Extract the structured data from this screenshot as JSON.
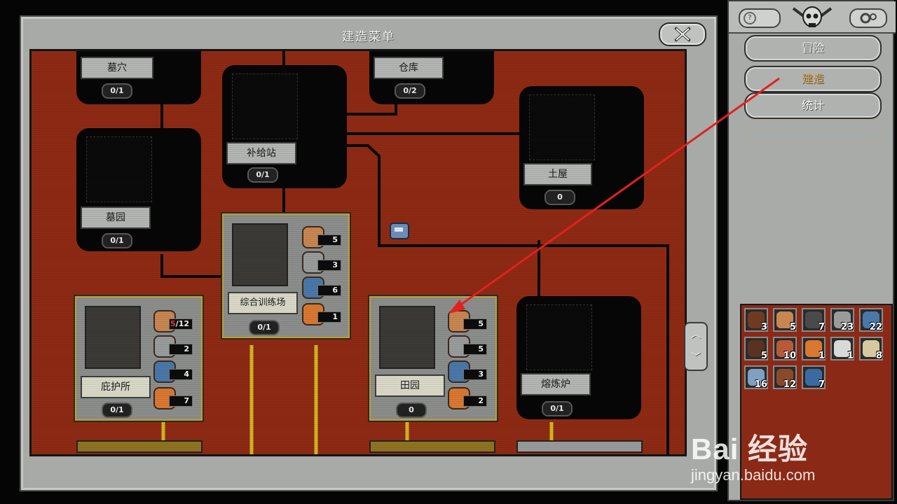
{
  "window": {
    "title": "建造菜单",
    "close_icon": "close-x-icon"
  },
  "buildings": {
    "tomb": {
      "name": "墓穴",
      "count": "0/1"
    },
    "warehouse": {
      "name": "仓库",
      "count": "0/2"
    },
    "supply": {
      "name": "补给站",
      "count": "0/1"
    },
    "hut": {
      "name": "土屋",
      "count": "0"
    },
    "cemetery": {
      "name": "墓园",
      "count": "0/1"
    },
    "training": {
      "name": "综合训练场",
      "count": "0/1",
      "costs": [
        {
          "icon": "wood-icon",
          "value": "5"
        },
        {
          "icon": "stone-icon",
          "value": "3"
        },
        {
          "icon": "orb-icon",
          "value": "6"
        },
        {
          "icon": "food-icon",
          "value": "1"
        }
      ]
    },
    "shelter": {
      "name": "庇护所",
      "count": "0/1",
      "costs": [
        {
          "icon": "wood-icon",
          "have": "5",
          "need": "/12"
        },
        {
          "icon": "stone-icon",
          "value": "2"
        },
        {
          "icon": "orb-icon",
          "value": "4"
        },
        {
          "icon": "food-icon",
          "value": "7"
        }
      ]
    },
    "field": {
      "name": "田园",
      "count": "0",
      "costs": [
        {
          "icon": "wood-icon",
          "value": "5"
        },
        {
          "icon": "stone-icon",
          "value": "5"
        },
        {
          "icon": "orb-icon",
          "value": "3"
        },
        {
          "icon": "food-icon",
          "value": "2"
        }
      ]
    },
    "smelter": {
      "name": "熔炼炉",
      "count": "0/1"
    }
  },
  "scroll": {
    "up": "︿",
    "down": "﹀"
  },
  "right_panel": {
    "help_label": "?",
    "menu": {
      "adventure": "冒险",
      "build": "建造",
      "stats": "统计"
    },
    "inventory": [
      {
        "icon": "branch-icon",
        "count": "3"
      },
      {
        "icon": "wood-icon",
        "count": "5"
      },
      {
        "icon": "rock-icon",
        "count": "7"
      },
      {
        "icon": "stone-icon",
        "count": "23"
      },
      {
        "icon": "orb-icon",
        "count": "22"
      },
      {
        "icon": "twig-icon",
        "count": "5"
      },
      {
        "icon": "meat-icon",
        "count": "10"
      },
      {
        "icon": "food-icon",
        "count": "1"
      },
      {
        "icon": "skull-icon",
        "count": "1"
      },
      {
        "icon": "scroll-icon",
        "count": "8"
      },
      {
        "icon": "book-icon",
        "count": "16"
      },
      {
        "icon": "sack-icon",
        "count": "12"
      },
      {
        "icon": "planet-icon",
        "count": "7"
      }
    ]
  },
  "watermark": {
    "brand": "Bai 经验",
    "site": "jingyan.baidu.com"
  },
  "colors": {
    "board_red": "#8e2a14",
    "panel_gray": "#a7aaa7",
    "highlight_gold": "#c4a42a",
    "build_text": "#e0a84e",
    "arrow_red": "#e22020"
  }
}
